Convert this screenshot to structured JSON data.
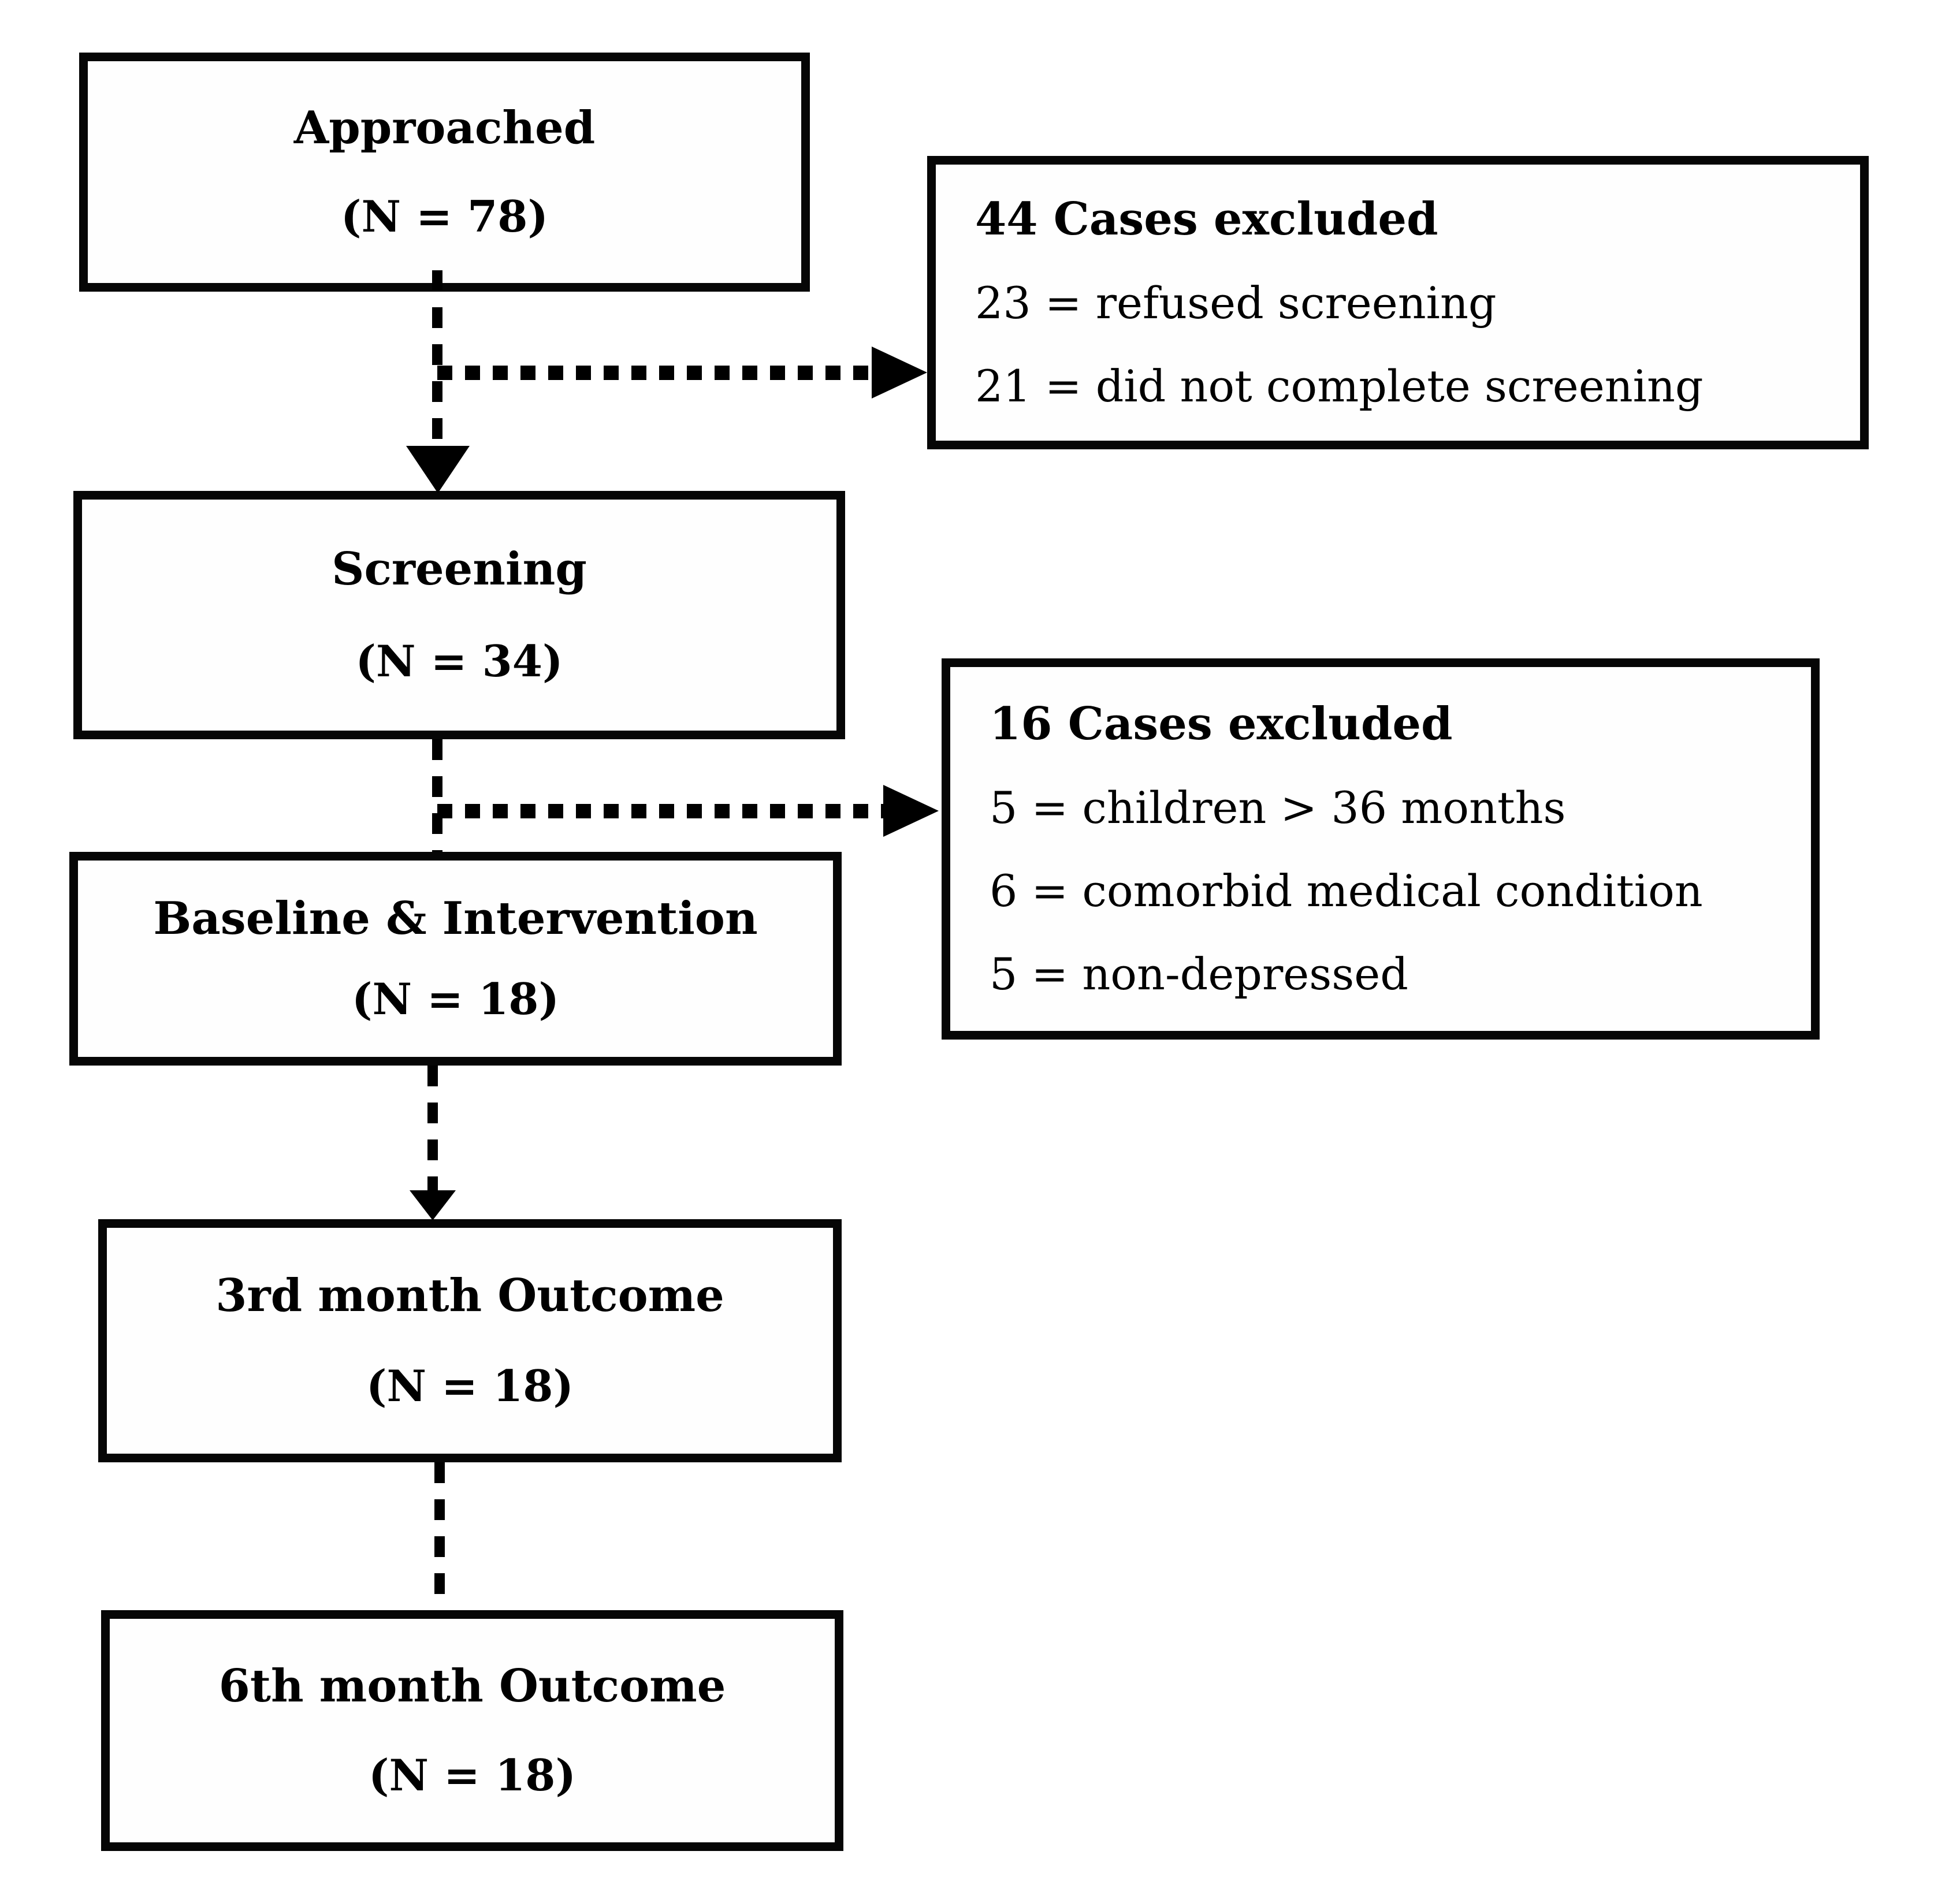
{
  "diagram": {
    "type": "participant-flow-chart",
    "flow_boxes": [
      {
        "title": "Approached",
        "n_label": "(N = 78)"
      },
      {
        "title": "Screening",
        "n_label": "(N = 34)"
      },
      {
        "title": "Baseline & Intervention",
        "n_label": "(N = 18)"
      },
      {
        "title": "3rd month Outcome",
        "n_label": "(N = 18)"
      },
      {
        "title": "6th month Outcome",
        "n_label": "(N = 18)"
      }
    ],
    "exclusion_boxes": [
      {
        "header": "44 Cases excluded",
        "items": [
          "23 = refused screening",
          "21 = did not complete screening"
        ]
      },
      {
        "header": "16 Cases excluded",
        "items": [
          "5 = children > 36 months",
          "6 = comorbid medical condition",
          "5 = non-depressed"
        ]
      }
    ],
    "colors": {
      "line": "#000000",
      "text": "#000000",
      "background": "#ffffff"
    }
  }
}
